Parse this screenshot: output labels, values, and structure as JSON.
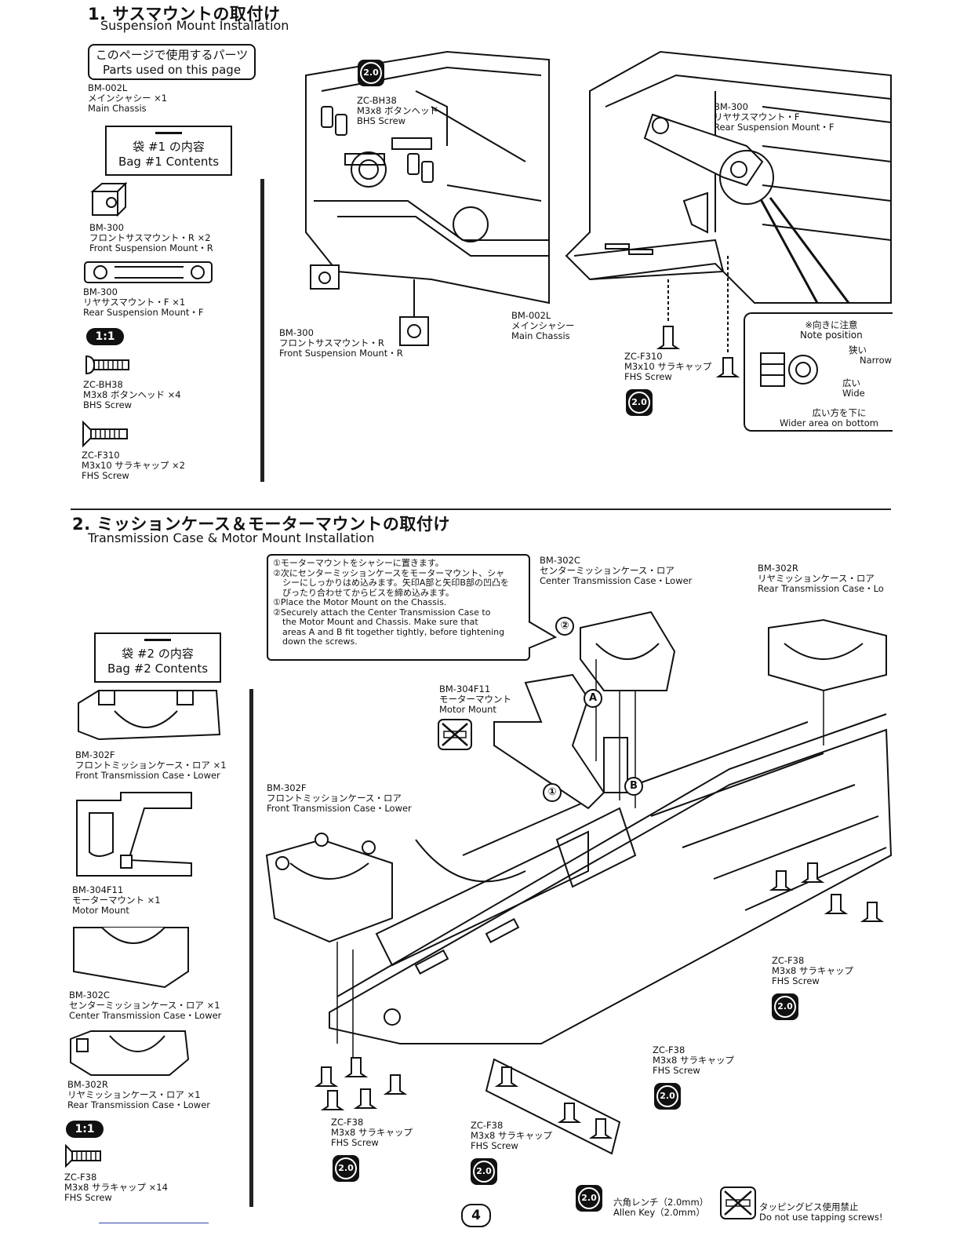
{
  "section1": {
    "title": "1. サスマウントの取付け",
    "subtitle": "Suspension Mount Installation",
    "parts_box": {
      "line1": "このページで使用するパーツ",
      "line2": "Parts used on this page"
    },
    "parts": [
      {
        "code": "BM-002L",
        "jp": "メインシャシー ×1",
        "en": "Main Chassis"
      }
    ],
    "bag": {
      "line1": "袋 #1 の内容",
      "line2": "Bag #1 Contents"
    },
    "bag_parts": [
      {
        "code": "BM-300",
        "jp": "フロントサスマウント・R ×2",
        "en": "Front Suspension Mount・R"
      },
      {
        "code": "BM-300",
        "jp": "リヤサスマウント・F ×1",
        "en": "Rear Suspension Mount・F"
      }
    ],
    "scale": "1:1",
    "screws": [
      {
        "code": "ZC-BH38",
        "jp": "M3x8 ボタンヘッド ×4",
        "en": "BHS Screw"
      },
      {
        "code": "ZC-F310",
        "jp": "M3x10 サラキャップ ×2",
        "en": "FHS Screw"
      }
    ],
    "diagram_labels": {
      "bh_screw": {
        "code": "ZC-BH38",
        "jp": "M3x8 ボタンヘッド",
        "en": "BHS Screw"
      },
      "front_mount": {
        "code": "BM-300",
        "jp": "フロントサスマウント・R",
        "en": "Front Suspension Mount・R"
      },
      "main_chassis": {
        "code": "BM-002L",
        "jp": "メインシャシー",
        "en": "Main Chassis"
      },
      "rear_mount": {
        "code": "BM-300",
        "jp": "リヤサスマウント・F",
        "en": "Rear Suspension Mount・F"
      },
      "fhs_screw": {
        "code": "ZC-F310",
        "jp": "M3x10 サラキャップ",
        "en": "FHS Screw"
      }
    },
    "note": {
      "title_jp": "※向きに注意",
      "title_en": "Note position",
      "narrow_jp": "狭い",
      "narrow_en": "Narrow",
      "wide_jp": "広い",
      "wide_en": "Wide",
      "bottom_jp": "広い方を下に",
      "bottom_en": "Wider area on bottom"
    },
    "tool_size": "2.0"
  },
  "section2": {
    "title": "2. ミッションケース＆モーターマウントの取付け",
    "subtitle": "Transmission Case & Motor Mount Installation",
    "bag": {
      "line1": "袋 #2 の内容",
      "line2": "Bag #2 Contents"
    },
    "bag_parts": [
      {
        "code": "BM-302F",
        "jp": "フロントミッションケース・ロア ×1",
        "en": "Front Transmission Case・Lower"
      },
      {
        "code": "BM-304F11",
        "jp": "モーターマウント ×1",
        "en": "Motor Mount"
      },
      {
        "code": "BM-302C",
        "jp": "センターミッションケース・ロア ×1",
        "en": "Center Transmission Case・Lower"
      },
      {
        "code": "BM-302R",
        "jp": "リヤミッションケース・ロア ×1",
        "en": "Rear Transmission Case・Lower"
      }
    ],
    "scale": "1:1",
    "screw": {
      "code": "ZC-F38",
      "jp": "M3x8 サラキャップ ×14",
      "en": "FHS Screw"
    },
    "instructions": {
      "jp1": "①モーターマウントをシャシーに置きます。",
      "jp2a": "②次にセンターミッションケースをモーターマウント、シャ",
      "jp2b": "シーにしっかりはめ込みます。矢印A部と矢印B部の凹凸を",
      "jp2c": "ぴったり合わせてからビスを締め込みます。",
      "en1": "①Place the Motor Mount on the Chassis.",
      "en2a": "②Securely attach the Center Transmission Case to",
      "en2b": "the Motor Mount and Chassis. Make sure that",
      "en2c": "areas A and B fit together tightly, before tightening",
      "en2d": "down the screws."
    },
    "diagram_labels": {
      "center_case": {
        "code": "BM-302C",
        "jp": "センターミッションケース・ロア",
        "en": "Center Transmission Case・Lower"
      },
      "rear_case": {
        "code": "BM-302R",
        "jp": "リヤミッションケース・ロア",
        "en": "Rear Transmission Case・Lo"
      },
      "motor_mount": {
        "code": "BM-304F11",
        "jp": "モーターマウント",
        "en": "Motor Mount"
      },
      "front_case": {
        "code": "BM-302F",
        "jp": "フロントミッションケース・ロア",
        "en": "Front Transmission Case・Lower"
      },
      "fhs_a": {
        "code": "ZC-F38",
        "jp": "M3x8 サラキャップ",
        "en": "FHS Screw"
      },
      "fhs_b": {
        "code": "ZC-F38",
        "jp": "M3x8 サラキャップ",
        "en": "FHS Screw"
      },
      "fhs_c": {
        "code": "ZC-F38",
        "jp": "M3x8 サラキャップ",
        "en": "FHS Screw"
      },
      "fhs_d": {
        "code": "ZC-F38",
        "jp": "M3x8 サラキャップ",
        "en": "FHS Screw"
      }
    },
    "marks": {
      "one": "①",
      "two": "②",
      "a": "A",
      "b": "B"
    },
    "tool_size": "2.0"
  },
  "legend": {
    "allen_jp": "六角レンチ（2.0mm）",
    "allen_en": "Allen Key（2.0mm）",
    "tap_jp": "タッピングビス使用禁止",
    "tap_en": "Do not use tapping screws!"
  },
  "page_number": "4"
}
